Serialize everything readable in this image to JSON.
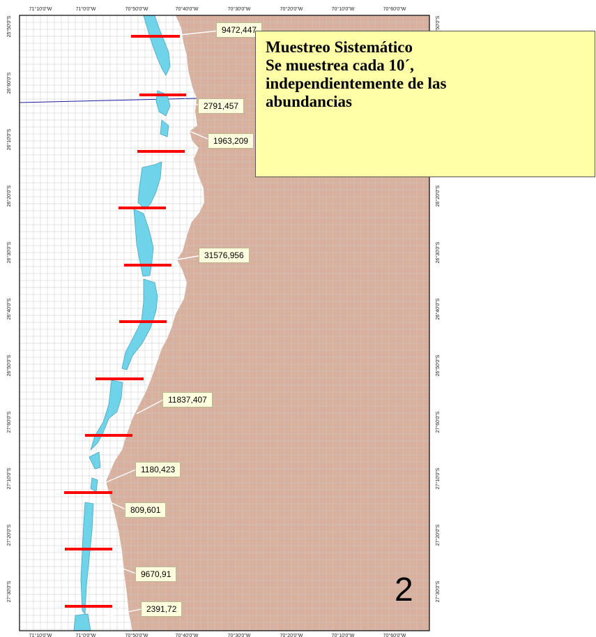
{
  "map": {
    "colors": {
      "land": "#d9b09e",
      "water": "#6fd4ea",
      "grid": "#c9c9c9",
      "transect": "#ff0000",
      "latitude_line": "#1a1aa0",
      "label_bg": "#ffffe0",
      "info_bg": "#ffffa8"
    },
    "top_lon_labels": [
      "71°10'0\"W",
      "71°0'0\"W",
      "70°50'0\"W",
      "70°40'0\"W",
      "70°30'0\"W",
      "70°20'0\"W",
      "70°10'0\"W",
      "70°60'0\"W"
    ],
    "bottom_lon_labels": [
      "71°10'0\"W",
      "71°0'0\"W",
      "70°50'0\"W",
      "70°40'0\"W",
      "70°30'0\"W",
      "70°20'0\"W",
      "70°10'0\"W",
      "70°60'0\"W"
    ],
    "left_lat_labels": [
      "25°50'0\"S",
      "26°60'0\"S",
      "26°10'0\"S",
      "26°20'0\"S",
      "26°30'0\"S",
      "26°40'0\"S",
      "26°50'0\"S",
      "27°60'0\"S",
      "27°10'0\"S",
      "27°20'0\"S",
      "27°30'0\"S"
    ],
    "right_lat_labels": [
      "25°50'0\"S",
      "26°60'0\"S",
      "26°10'0\"S",
      "26°20'0\"S",
      "26°30'0\"S",
      "26°40'0\"S",
      "26°50'0\"S",
      "27°60'0\"S",
      "27°10'0\"S",
      "27°20'0\"S",
      "27°30'0\"S"
    ],
    "abundance_labels": [
      "9472,447",
      "2791,457",
      "1963,209",
      "31576,956",
      "11837,407",
      "1180,423",
      "809,601",
      "9670,91",
      "2391,72"
    ]
  },
  "info_box": {
    "lines": [
      "Muestreo Sistemático",
      "Se muestrea cada 10´,",
      "independientemente de las",
      "abundancias"
    ]
  },
  "page_number": "2"
}
